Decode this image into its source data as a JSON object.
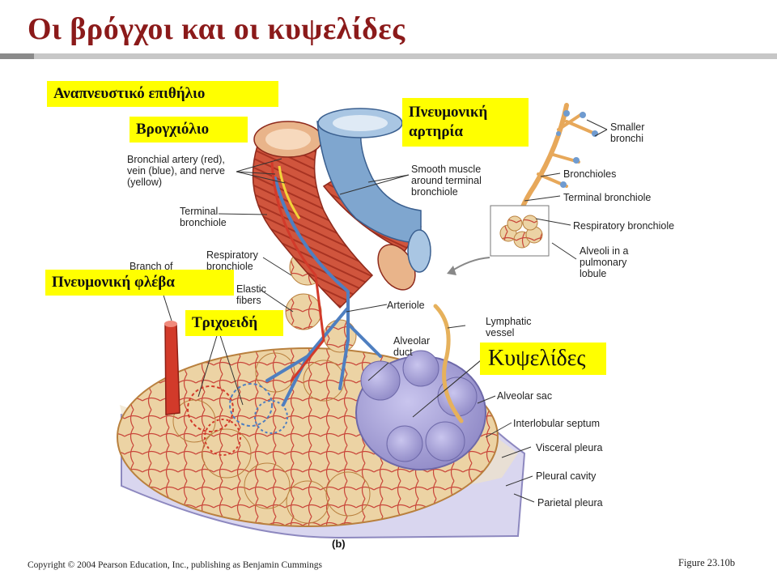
{
  "title": "Οι βρόγχοι και οι κυψελίδες",
  "greek_labels": {
    "respiratory_epithelium": "Αναπνευστικό επιθήλιο",
    "bronchiole": "Βρογχιόλιο",
    "pulmonary_artery": "Πνευμονική\nαρτηρία",
    "pulmonary_vein": "Πνευμονική φλέβα",
    "capillaries": "Τριχοειδή",
    "alveoli": "Κυψελίδες"
  },
  "figure_labels": {
    "bronchial_vessels": "Bronchial artery (red),\nvein (blue), and nerve\n(yellow)",
    "terminal_bronchiole_left": "Terminal\nbronchiole",
    "smooth_muscle": "Smooth muscle\naround terminal\nbronchiole",
    "respiratory_bronchiole_left": "Respiratory\nbronchiole",
    "branch_of_pulmonary_vein": "Branch of\npulmonary vein",
    "elastic_fibers": "Elastic\nfibers",
    "arteriole": "Arteriole",
    "lymphatic_vessel": "Lymphatic\nvessel",
    "alveolar_duct": "Alveolar\nduct",
    "alveolar_sac": "Alveolar sac",
    "interlobular_septum": "Interlobular septum",
    "visceral_pleura": "Visceral pleura",
    "pleural_cavity": "Pleural cavity",
    "parietal_pleura": "Parietal pleura",
    "smaller_bronchi": "Smaller\nbronchi",
    "bronchioles": "Bronchioles",
    "terminal_bronchiole_right": "Terminal  bronchiole",
    "respiratory_bronchiole_right": "Respiratory bronchiole",
    "alveoli_in_lobule": "Alveoli in a\npulmonary\nlobule"
  },
  "panel_letter": "(b)",
  "copyright": "Copyright © 2004 Pearson Education, Inc., publishing as Benjamin Cummings",
  "figure_number": "Figure 23.10b",
  "colors": {
    "title": "#8b1a1a",
    "highlight": "#ffff00",
    "vein": "#4f7fc0",
    "artery": "#d23a2a",
    "muscle": "#c8442f",
    "alveolus": "#e8c89a",
    "alveolar_sac": "#a9a4d8",
    "bronchial_tree": "#e7a85a"
  }
}
